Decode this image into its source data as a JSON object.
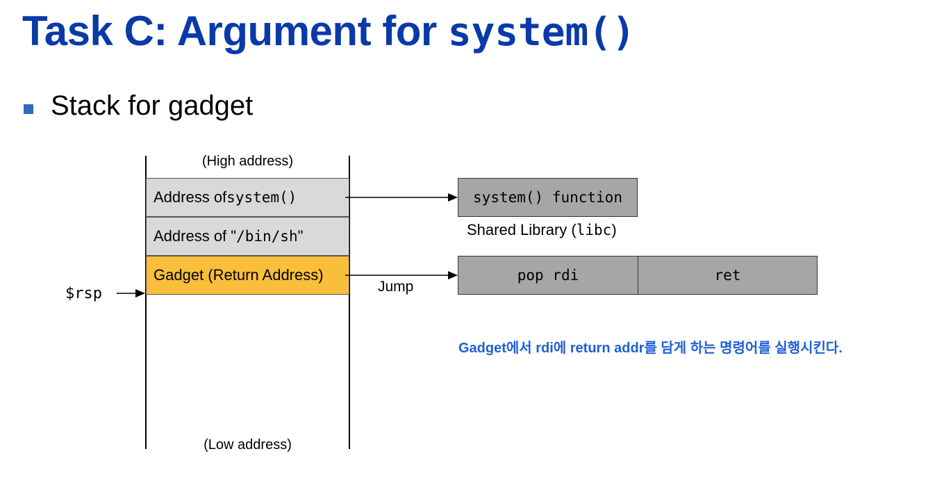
{
  "title": {
    "text": "Task C: Argument for ",
    "code": "system()"
  },
  "bullet": {
    "text": "Stack for gadget"
  },
  "stack": {
    "high_label": "(High address)",
    "low_label": "(Low address)",
    "cells": [
      {
        "prefix": "Address of ",
        "code": "system()",
        "suffix": ""
      },
      {
        "prefix": "Address of \"",
        "code": "/bin/sh",
        "suffix": "\""
      },
      {
        "prefix": "Gadget (Return Address)",
        "code": "",
        "suffix": ""
      }
    ],
    "rsp_label": "$rsp"
  },
  "system_box": {
    "label": "system() function"
  },
  "library_caption": {
    "prefix": "Shared Library (",
    "code": "libc",
    "suffix": ")"
  },
  "gadget": {
    "instr1": "pop rdi",
    "instr2": "ret"
  },
  "jump_label": "Jump",
  "note": "Gadget에서 rdi에 return addr를 담게 하는 명령어를 실행시킨다.",
  "colors": {
    "title": "#0a3aa8",
    "bullet": "#2f6bbf",
    "cell_gray": "#d9d9d9",
    "cell_highlight": "#f9be3a",
    "box_gray": "#a6a6a6",
    "note": "#1f5fd6"
  }
}
